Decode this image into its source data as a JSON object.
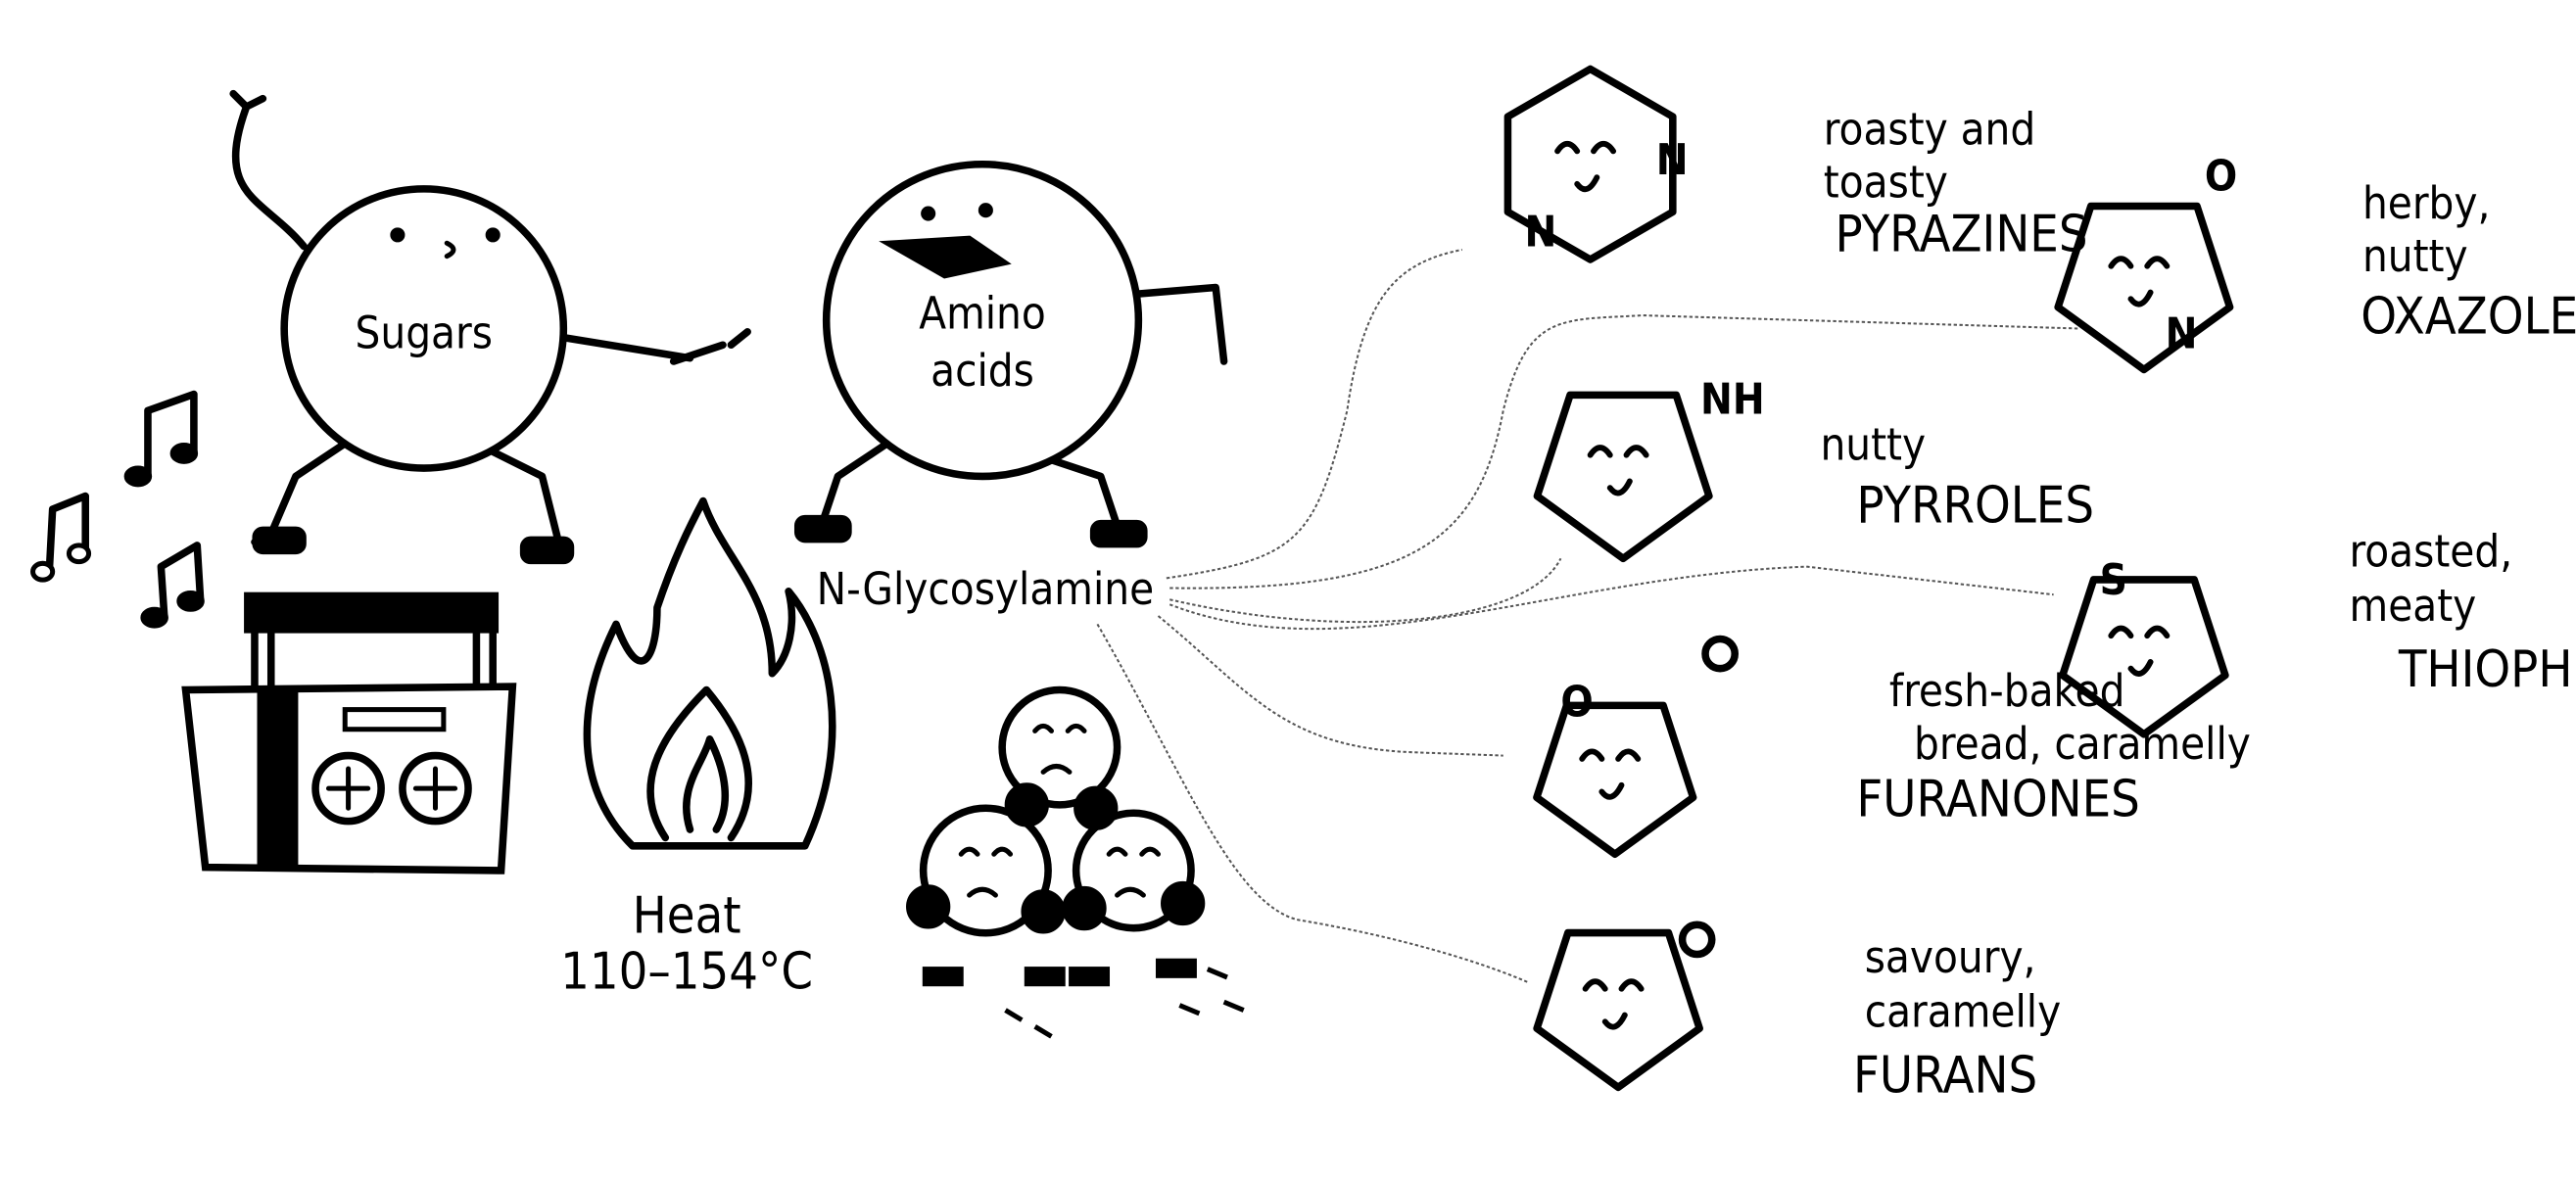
{
  "title": "Maillard reaction flavour compounds",
  "reactants": {
    "sugars": "Sugars",
    "amino_line1": "Amino",
    "amino_line2": "acids"
  },
  "heat": {
    "label": "Heat",
    "range": "110–154°C"
  },
  "intermediate": "N-Glycosylamine",
  "compounds": [
    {
      "name": "PYRAZINES",
      "desc": [
        "roasty and",
        "toasty"
      ],
      "atoms": [
        "N",
        "N"
      ]
    },
    {
      "name": "OXAZOLES",
      "desc": [
        "herby,",
        "nutty"
      ],
      "atoms": [
        "O",
        "N"
      ]
    },
    {
      "name": "PYRROLES",
      "desc": [
        "nutty"
      ],
      "atoms": [
        "NH"
      ]
    },
    {
      "name": "THIOPHENES",
      "desc": [
        "roasted,",
        "meaty"
      ],
      "atoms": [
        "S"
      ]
    },
    {
      "name": "FURANONES",
      "desc": [
        "fresh-baked",
        "bread, caramelly"
      ],
      "atoms": [
        "O",
        "O"
      ]
    },
    {
      "name": "FURANS",
      "desc": [
        "savoury,",
        "caramelly"
      ],
      "atoms": []
    }
  ],
  "colors": {
    "ink": "#000000",
    "background": "#ffffff",
    "connector": "#555555"
  }
}
